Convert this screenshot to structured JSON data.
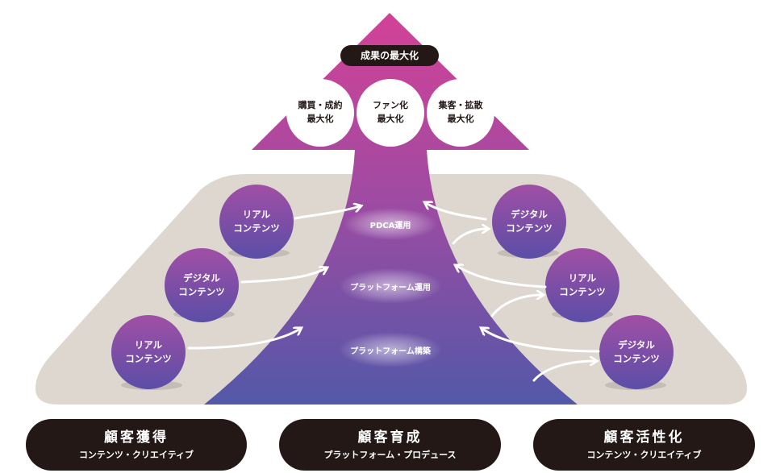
{
  "top_label": "成果の最大化",
  "goals": [
    {
      "line1": "購買・成約",
      "line2": "最大化"
    },
    {
      "line1": "ファン化",
      "line2": "最大化"
    },
    {
      "line1": "集客・拡散",
      "line2": "最大化"
    }
  ],
  "stages": [
    "PDCA運用",
    "プラットフォーム運用",
    "プラットフォーム構築"
  ],
  "left_circles": [
    {
      "line1": "リアル",
      "line2": "コンテンツ"
    },
    {
      "line1": "デジタル",
      "line2": "コンテンツ"
    },
    {
      "line1": "リアル",
      "line2": "コンテンツ"
    }
  ],
  "right_circles": [
    {
      "line1": "デジタル",
      "line2": "コンテンツ"
    },
    {
      "line1": "リアル",
      "line2": "コンテンツ"
    },
    {
      "line1": "デジタル",
      "line2": "コンテンツ"
    }
  ],
  "bands": [
    {
      "title": "顧客獲得",
      "subtitle": "コンテンツ・クリエイティブ"
    },
    {
      "title": "顧客育成",
      "subtitle": "プラットフォーム・プロデュース"
    },
    {
      "title": "顧客活性化",
      "subtitle": "コンテンツ・クリエイティブ"
    }
  ],
  "colors": {
    "trapezoid": "#ddd7d0",
    "arrow_top": "#d24296",
    "arrow_bottom": "#5358a8",
    "circle_top": "#9b4fa6",
    "circle_bottom": "#5a4ea6",
    "band": "#231815"
  }
}
